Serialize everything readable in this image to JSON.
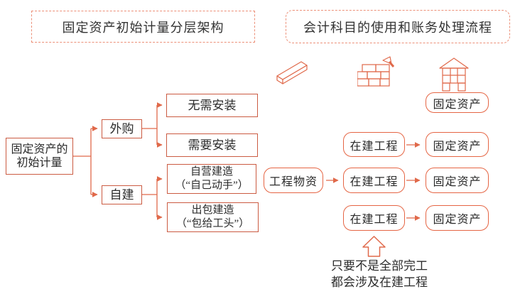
{
  "colors": {
    "box_border": "#cb5b42",
    "round_border": "#e56544",
    "header_border": "#ec9078",
    "line": "#e0694a",
    "text": "#2b2b2b"
  },
  "headers": {
    "left": "固定资产初始计量分层架构",
    "right": "会计科目的使用和账务处理流程"
  },
  "tree": {
    "root_line1": "固定资产的",
    "root_line2": "初始计量",
    "purchase": "外购",
    "self_build": "自建",
    "no_install": "无需安装",
    "need_install": "需要安装",
    "self_construct_line1": "自营建造",
    "self_construct_line2": "（“自己动手”）",
    "outsourced_line1": "出包建造",
    "outsourced_line2": "（“包给工头”）"
  },
  "flow": {
    "row1_fixed_asset": "固定资产",
    "row2_cip": "在建工程",
    "row2_fixed_asset": "固定资产",
    "row3_materials": "工程物资",
    "row3_cip": "在建工程",
    "row3_fixed_asset": "固定资产",
    "row4_cip": "在建工程",
    "row4_fixed_asset": "固定资产"
  },
  "note": {
    "line1": "只要不是全部完工",
    "line2": "都会涉及在建工程"
  },
  "icons": {
    "brick": "brick-icon",
    "wall": "brick-wall-trowel-icon",
    "house": "house-under-construction-icon",
    "up_arrow": "block-up-arrow-icon"
  }
}
